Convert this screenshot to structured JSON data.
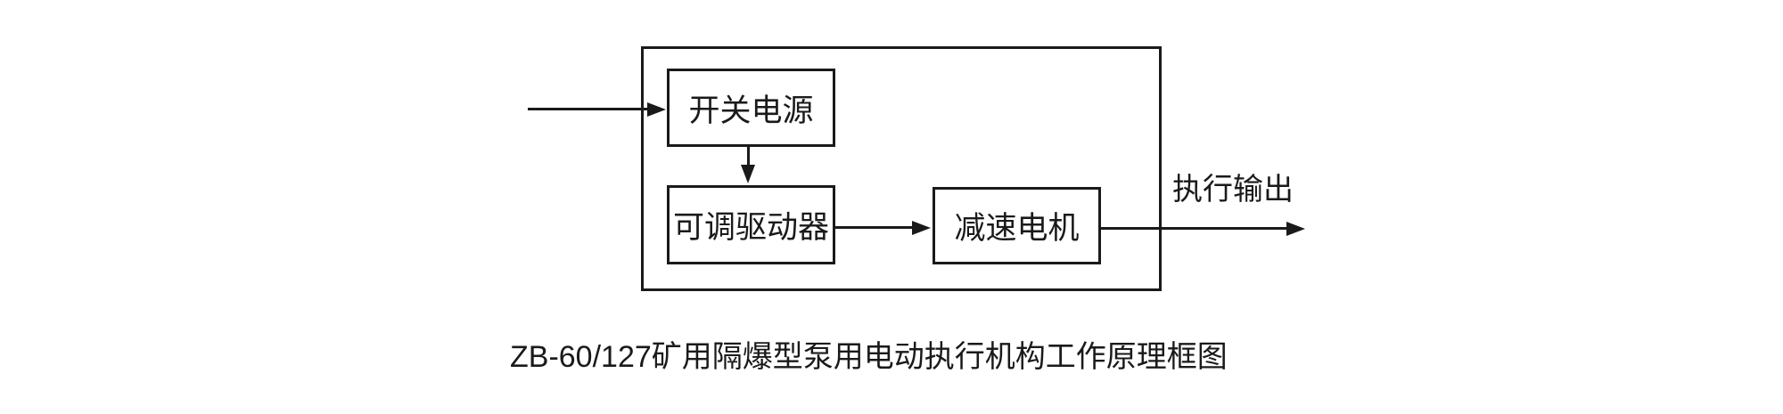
{
  "page": {
    "background_color": "#ffffff",
    "ink_color": "#1a1a1a"
  },
  "diagram": {
    "type": "block-diagram",
    "blocks": [
      {
        "id": "switching-power-supply",
        "label": "开关电源"
      },
      {
        "id": "adjustable-driver",
        "label": "可调驱动器"
      },
      {
        "id": "gear-motor",
        "label": "减速电机"
      }
    ],
    "arrows": [
      {
        "from": "external-input",
        "to": "switching-power-supply",
        "direction": "right"
      },
      {
        "from": "switching-power-supply",
        "to": "adjustable-driver",
        "direction": "down"
      },
      {
        "from": "adjustable-driver",
        "to": "gear-motor",
        "direction": "right"
      },
      {
        "from": "gear-motor",
        "to": "external-output",
        "direction": "right"
      }
    ],
    "output_label": "执行输出",
    "caption": "ZB-60/127矿用隔爆型泵用电动执行机构工作原理框图"
  }
}
